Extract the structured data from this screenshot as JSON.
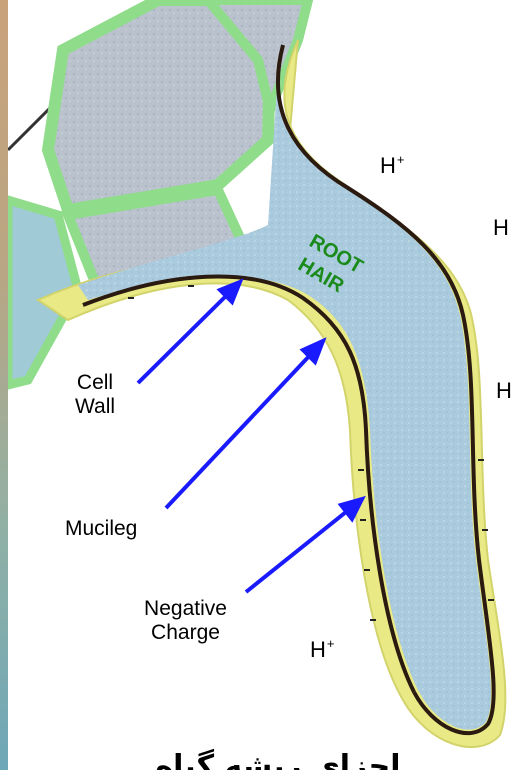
{
  "diagram": {
    "title": "ROOT HAIR",
    "title_lines": [
      "ROOT",
      "HAIR"
    ],
    "labels": {
      "cell_wall_line1": "Cell",
      "cell_wall_line2": "Wall",
      "mucilage": "Mucileg",
      "negative_charge_line1": "Negative",
      "negative_charge_line2": "Charge"
    },
    "ions": [
      {
        "text": "H",
        "sup": "+"
      },
      {
        "text": "H",
        "sup": ""
      },
      {
        "text": "H",
        "sup": ""
      },
      {
        "text": "H",
        "sup": "+"
      }
    ],
    "caption": "اجزاي ريشه گياه",
    "colors": {
      "root_hair_label": "#1a8a1a",
      "arrow": "#1a1aff",
      "mucilage_layer": "#e9ea86",
      "cytoplasm": "#a9c3d6",
      "cell_fill": "#b5bcc8",
      "cell_wall_green": "#8fdc8a",
      "membrane": "#2a1a10"
    }
  }
}
